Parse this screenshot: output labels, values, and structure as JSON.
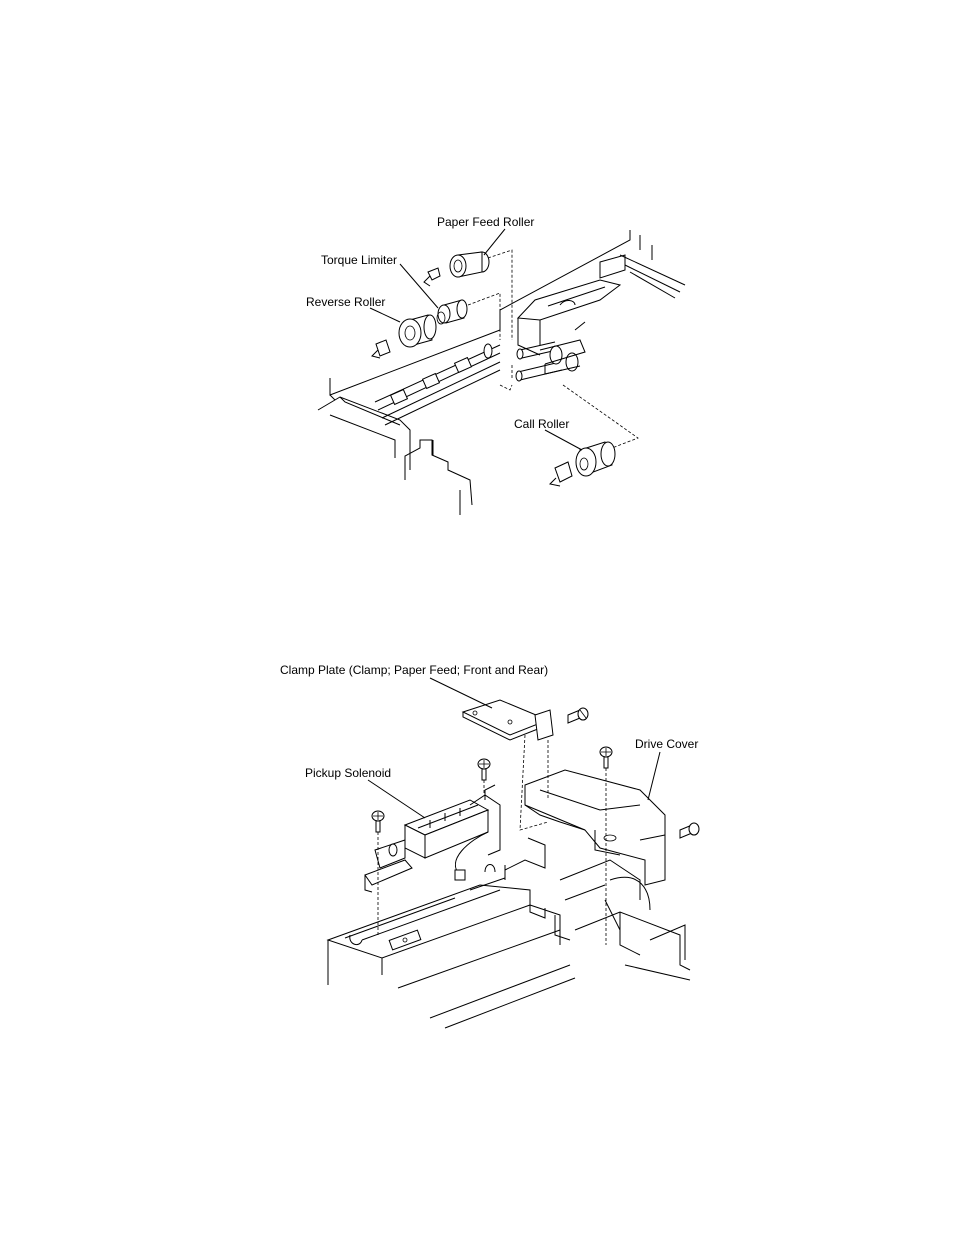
{
  "figure1": {
    "labels": {
      "paper_feed_roller": "Paper Feed Roller",
      "torque_limiter": "Torque Limiter",
      "reverse_roller": "Reverse Roller",
      "call_roller": "Call Roller"
    }
  },
  "figure2": {
    "labels": {
      "clamp_plate": "Clamp Plate (Clamp; Paper Feed; Front and Rear)",
      "drive_cover": "Drive Cover",
      "pickup_solenoid": "Pickup Solenoid"
    }
  }
}
